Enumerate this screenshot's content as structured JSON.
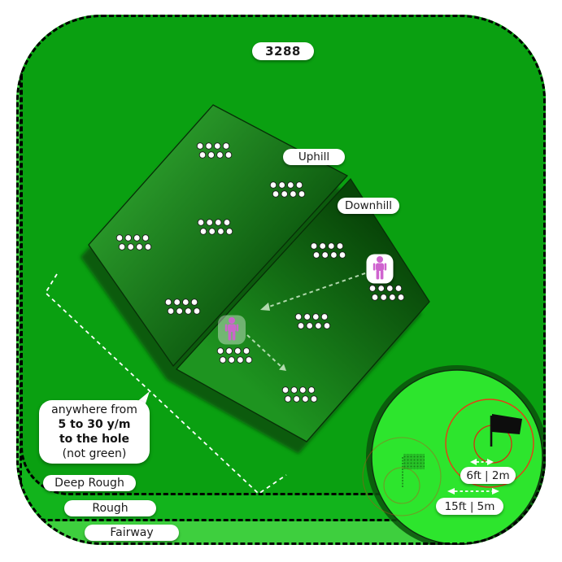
{
  "title_badge": "3288",
  "slope": {
    "uphill": "Uphill",
    "downhill": "Downhill"
  },
  "callout": {
    "line1": "anywhere from",
    "line2": "5 to 30 y/m",
    "line3": "to the hole",
    "line4": "(not green)"
  },
  "terrain": {
    "deep_rough": "Deep Rough",
    "rough": "Rough",
    "fairway": "Fairway"
  },
  "inset": {
    "small_radius_label": "6ft | 2m",
    "large_radius_label": "15ft | 5m"
  },
  "colors": {
    "field_green": "#0AA011",
    "rough_green": "#12B41C",
    "fairway_green": "#3ECF3E",
    "inset_green": "#2DE52D",
    "ring_red": "#E83A16",
    "person_magenta": "#CF63CF"
  }
}
